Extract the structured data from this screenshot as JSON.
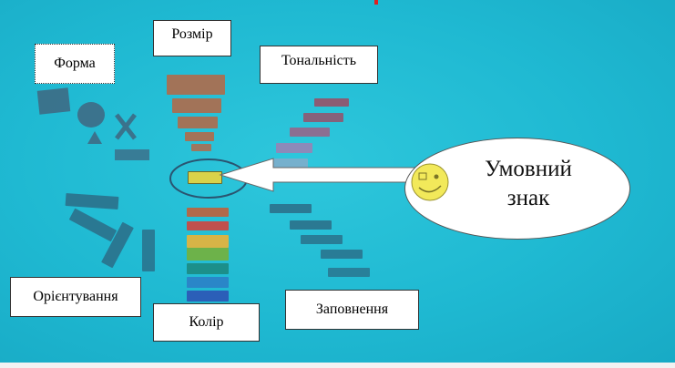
{
  "labels": {
    "shape": "Форма",
    "size": "Розмір",
    "tone": "Тональність",
    "orientation": "Орієнтування",
    "color": "Колір",
    "fill": "Заповнення"
  },
  "callout": {
    "line1": "Умовний",
    "line2": "знак"
  },
  "colors": {
    "background": "#1fb9d2",
    "bar_brown": "#b06a4a",
    "bar_blue_grey": "#3f7a95",
    "highlight_yellow": "#d9d24a",
    "smiley": "#f2e95a",
    "accent_red": "#e02020"
  },
  "icons": [
    "smiley-icon",
    "arrow-icon",
    "shape-symbols-icon"
  ]
}
